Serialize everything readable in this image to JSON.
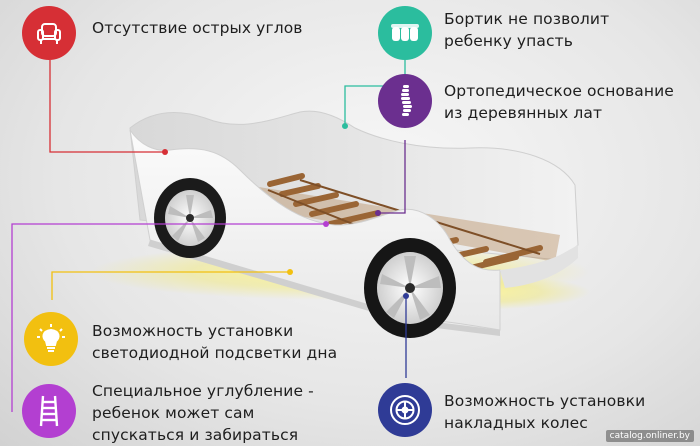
{
  "features": [
    {
      "id": "sharp-corners",
      "icon": "armchair-icon",
      "color": "#d62f35",
      "lines": [
        "Отсутствие острых углов"
      ]
    },
    {
      "id": "side-rail",
      "icon": "mattress-icon",
      "color": "#2bbd9e",
      "lines": [
        "Бортик не позволит",
        "ребенку упасть"
      ]
    },
    {
      "id": "orthopedic",
      "icon": "spine-icon",
      "color": "#6b2f8f",
      "lines": [
        "Ортопедическое основание",
        "из деревянных лат"
      ]
    },
    {
      "id": "led",
      "icon": "lightbulb-icon",
      "color": "#f2c010",
      "lines": [
        "Возможность установки",
        "светодиодной подсветки дна"
      ]
    },
    {
      "id": "recess",
      "icon": "ladder-icon",
      "color": "#b33fd1",
      "lines": [
        "Специальное углубление -",
        "ребенок может сам",
        "спускаться и забираться"
      ]
    },
    {
      "id": "wheels",
      "icon": "wheel-icon",
      "color": "#2f3b96",
      "lines": [
        "Возможность установки",
        "накладных колес"
      ]
    }
  ],
  "watermark": "catalog.onliner.by"
}
